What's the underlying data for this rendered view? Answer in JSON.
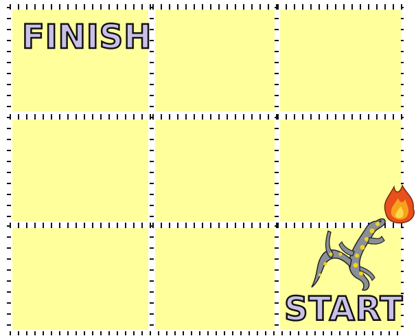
{
  "board": {
    "rows": 3,
    "cols": 3,
    "cell_color": "#ffff9c",
    "label_color": "#c9c0e8"
  },
  "labels": {
    "finish": "FINISH",
    "start": "START"
  },
  "piece": {
    "icon": "fire-breathing-salamander-icon",
    "cell": "bottom-right"
  }
}
